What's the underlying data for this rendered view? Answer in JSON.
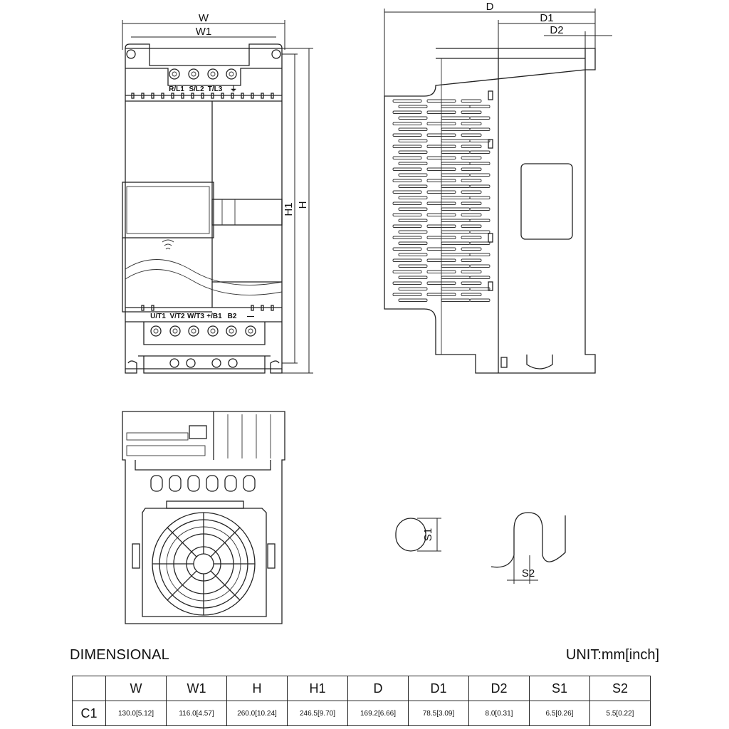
{
  "views": {
    "front": {
      "dims": {
        "width": "W",
        "width1": "W1",
        "height": "H",
        "height1": "H1"
      },
      "top_terminals": [
        "R/L1",
        "S/L2",
        "T/L3"
      ],
      "bottom_terminals": [
        "U/T1",
        "V/T2",
        "W/T3",
        "+/B1",
        "B2",
        "—"
      ]
    },
    "side": {
      "dims": {
        "depth": "D",
        "depth1": "D1",
        "depth2": "D2"
      }
    },
    "detail": {
      "s1": "S1",
      "s2": "S2"
    }
  },
  "section_title": "DIMENSIONAL",
  "unit": "UNIT:mm[inch]",
  "table": {
    "headers": [
      "W",
      "W1",
      "H",
      "H1",
      "D",
      "D1",
      "D2",
      "S1",
      "S2"
    ],
    "rows": [
      {
        "label": "C1",
        "values": [
          "130.0[5.12]",
          "116.0[4.57]",
          "260.0[10.24]",
          "246.5[9.70]",
          "169.2[6.66]",
          "78.5[3.09]",
          "8.0[0.31]",
          "6.5[0.26]",
          "5.5[0.22]"
        ]
      }
    ]
  }
}
